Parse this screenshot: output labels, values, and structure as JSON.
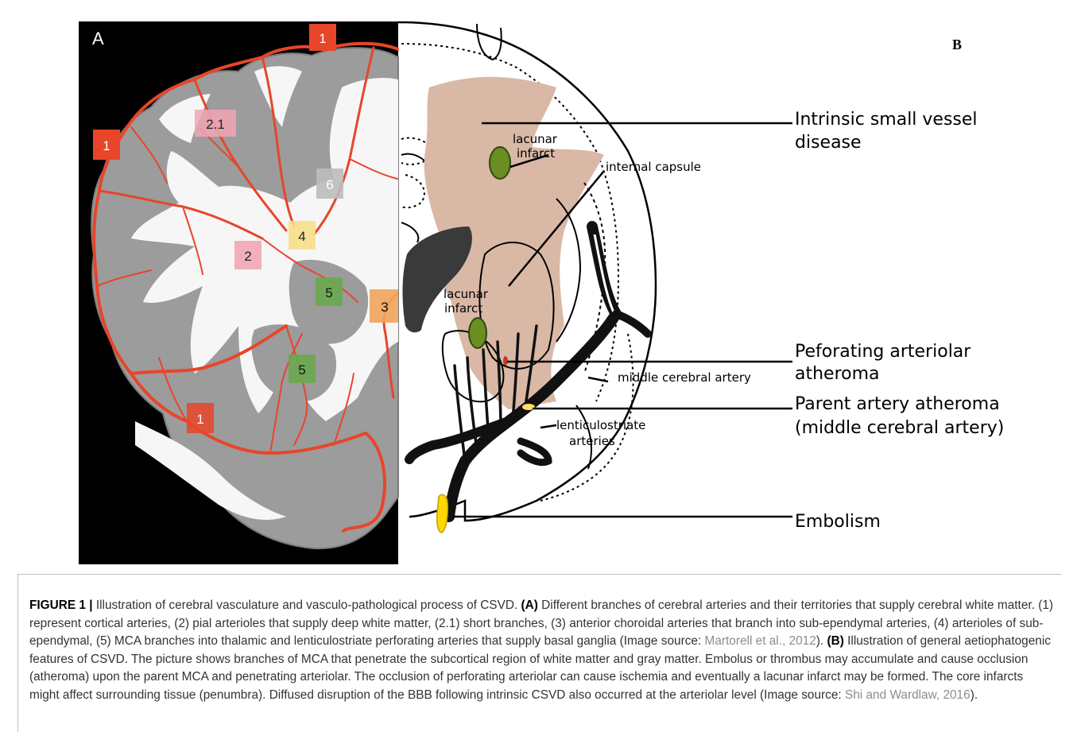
{
  "figure": {
    "panel_a": {
      "label": "A",
      "markers": [
        {
          "text": "1",
          "color": "#e8452a"
        },
        {
          "text": "1",
          "color": "#e8452a"
        },
        {
          "text": "2.1",
          "color": "#f2a6b6"
        },
        {
          "text": "6",
          "color": "#bdbdbd"
        },
        {
          "text": "4",
          "color": "#f7e08a"
        },
        {
          "text": "2",
          "color": "#f2a6b6"
        },
        {
          "text": "5",
          "color": "#6aa84f"
        },
        {
          "text": "3",
          "color": "#f2a45a"
        },
        {
          "text": "5",
          "color": "#6aa84f"
        },
        {
          "text": "1",
          "color": "#e8452a"
        }
      ]
    },
    "panel_b": {
      "label": "B",
      "inner_labels": {
        "lacunar_infarct_top_1": "lacunar",
        "lacunar_infarct_top_2": "infarct",
        "internal_capsule": "internal capsule",
        "lacunar_infarct_low_1": "lacunar",
        "lacunar_infarct_low_2": "infarct",
        "middle_cerebral_artery": "middle cerebral artery",
        "lenticulostriate_1": "lenticulostriate",
        "lenticulostriate_2": "arteries"
      },
      "callouts": {
        "intrinsic_1": "Intrinsic small vessel",
        "intrinsic_2": "disease",
        "perforating_1": "Peforating arteriolar",
        "perforating_2": "atheroma",
        "parent_1": "Parent artery atheroma",
        "parent_2": "(middle cerebral artery)",
        "embolism": "Embolism"
      }
    }
  },
  "caption": {
    "figure_label": "FIGURE 1 |",
    "intro": " Illustration of cerebral vasculature and vasculo-pathological process of CSVD. ",
    "a_label": "(A)",
    "a_text": " Different branches of cerebral arteries and their territories that supply cerebral white matter. (1) represent cortical arteries, (2) pial arterioles that supply deep white matter, (2.1) short branches, (3) anterior choroidal arteries that branch into sub-ependymal arteries, (4) arterioles of sub-ependymal, (5) MCA branches into thalamic and lenticulostriate perforating arteries that supply basal ganglia (Image source: ",
    "a_cite": "Martorell et al., 2012",
    "a_end": "). ",
    "b_label": "(B)",
    "b_text": " Illustration of general aetiophatogenic features of CSVD. The picture shows branches of MCA that penetrate the subcortical region of white matter and gray matter. Embolus or thrombus may accumulate and cause occlusion (atheroma) upon the parent MCA and penetrating arteriolar. The occlusion of perforating arteriolar can cause ischemia and eventually a lacunar infarct may be formed. The core infarcts might affect surrounding tissue (penumbra). Diffused disruption of the BBB following intrinsic CSVD also occurred at the arteriolar level (Image source: ",
    "b_cite": "Shi and Wardlaw, 2016",
    "b_end": ")."
  }
}
